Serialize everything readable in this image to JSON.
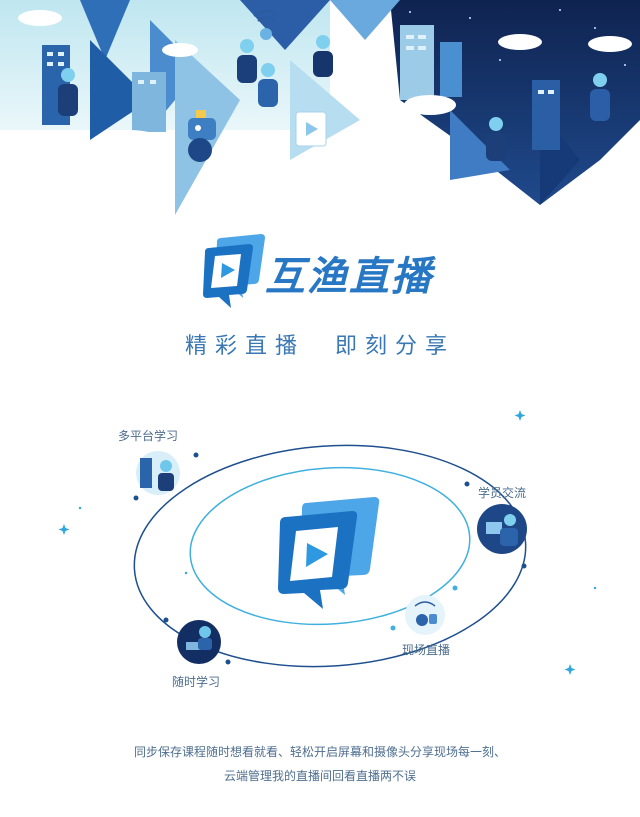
{
  "brand": {
    "name": "互渔直播",
    "slogan": "精彩直播　即刻分享"
  },
  "features": [
    {
      "label": "多平台学习",
      "icon": "building-person-icon"
    },
    {
      "label": "学员交流",
      "icon": "person-tablet-icon"
    },
    {
      "label": "现场直播",
      "icon": "wifi-robot-icon"
    },
    {
      "label": "随时学习",
      "icon": "person-laptop-icon"
    }
  ],
  "description": {
    "line1": "同步保存课程随时想看就看、轻松开启屏幕和摄像头分享现场每一刻、",
    "line2": "云端管理我的直播间回看直播两不误"
  },
  "colors": {
    "brand_blue": "#2777c4",
    "dark_navy": "#1b3a73",
    "light_blue": "#a9d6ee"
  }
}
